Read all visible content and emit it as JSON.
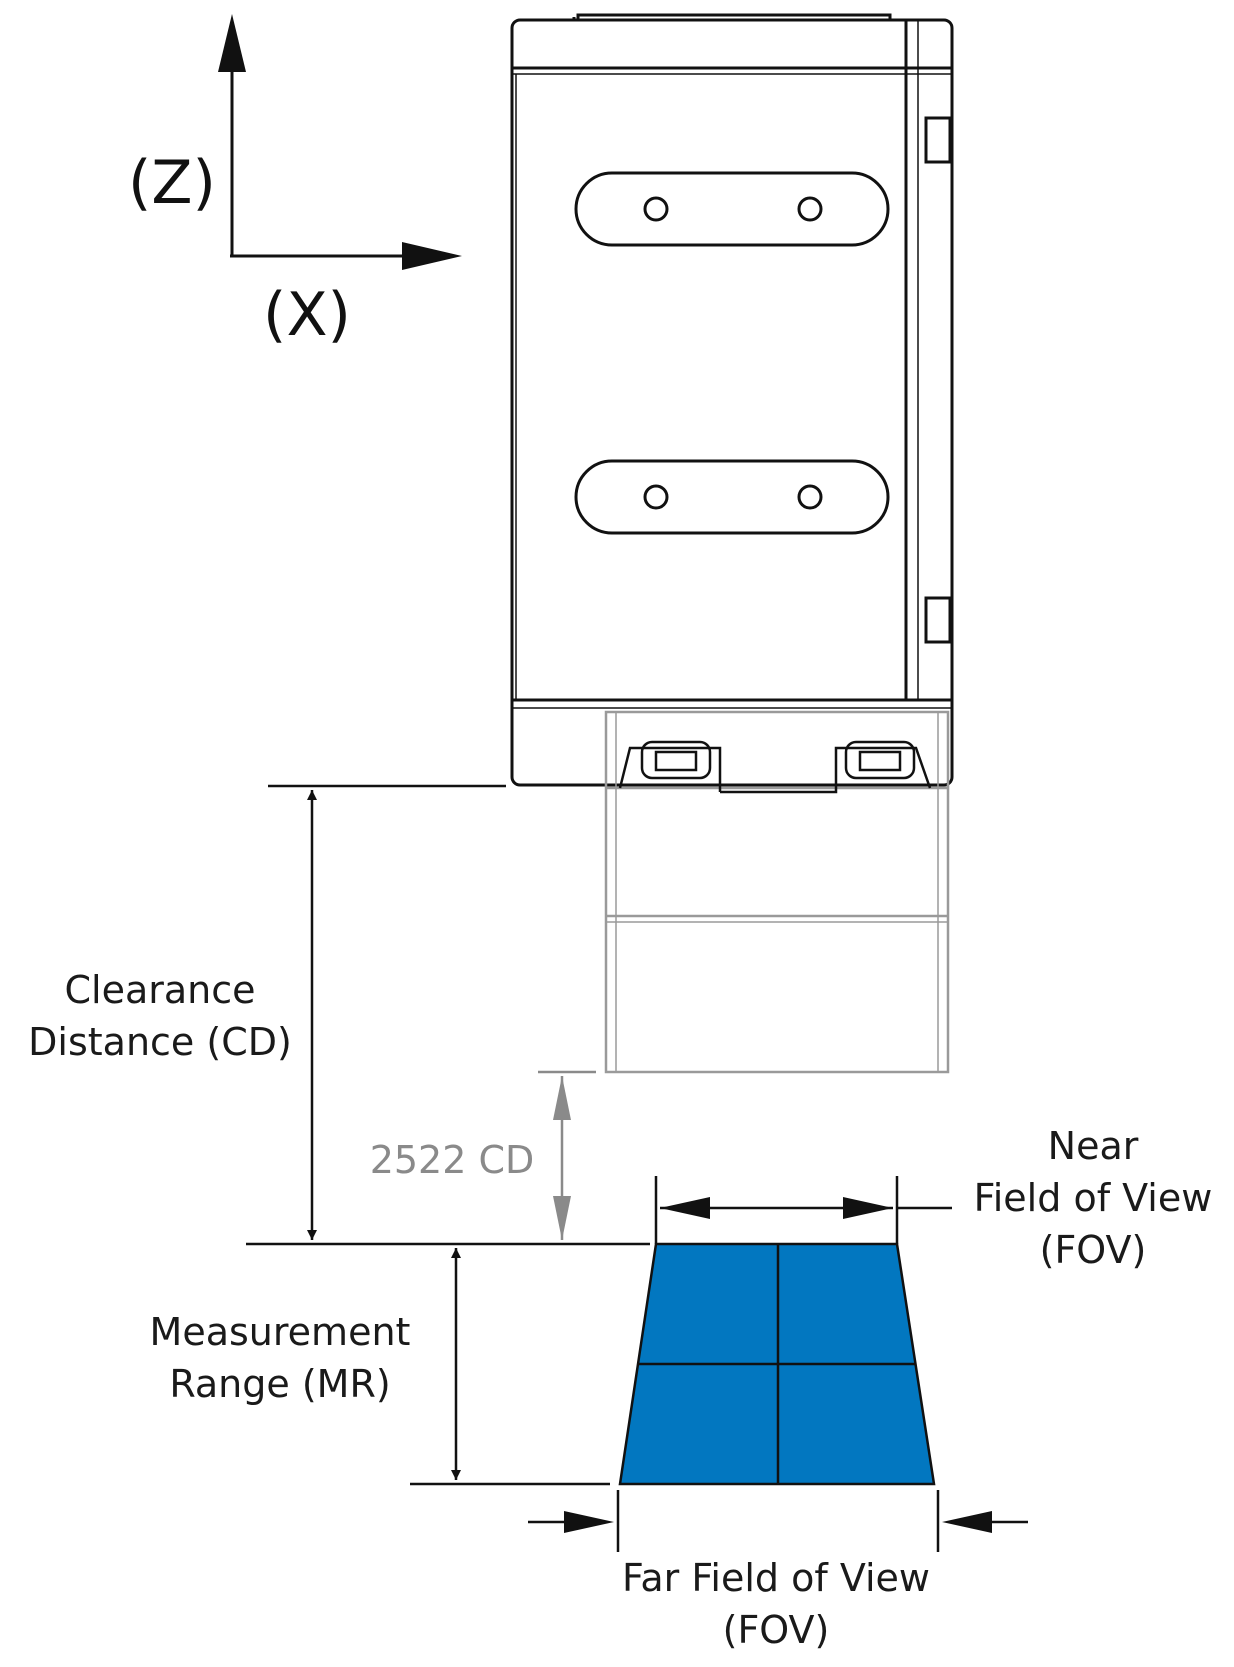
{
  "axes": {
    "z_label": "(Z)",
    "x_label": "(X)"
  },
  "labels": {
    "clearance_distance": [
      "Clearance",
      "Distance (CD)"
    ],
    "cd_value": "2522 CD",
    "near_fov": [
      "Near",
      "Field of View",
      "(FOV)"
    ],
    "measurement_range": [
      "Measurement",
      "Range (MR)"
    ],
    "far_fov": [
      "Far Field of View",
      "(FOV)"
    ]
  },
  "colors": {
    "line": "#111111",
    "ghost_outline": "#9a9a9a",
    "fov_fill": "#0277c0"
  }
}
